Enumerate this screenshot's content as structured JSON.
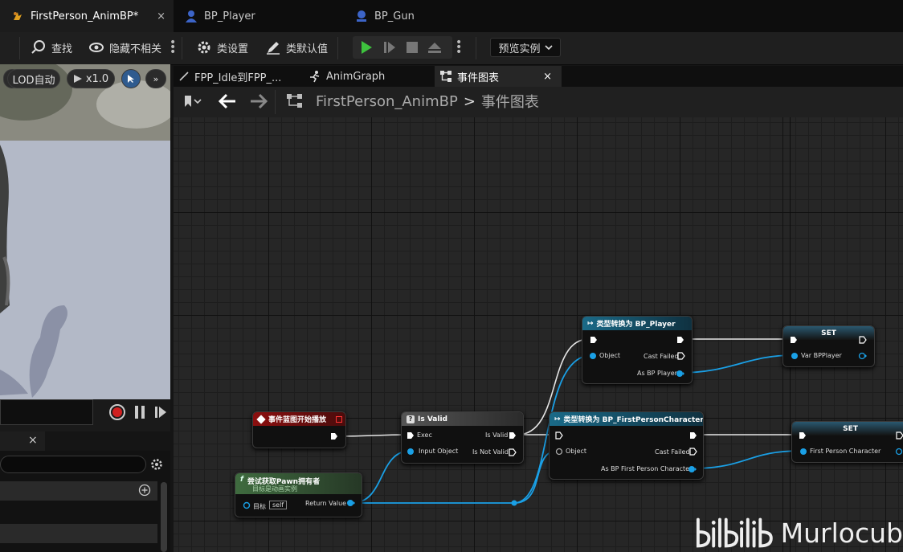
{
  "tabs": [
    {
      "label": "FirstPerson_AnimBP*",
      "close": "×"
    },
    {
      "label": "BP_Player"
    },
    {
      "label": "BP_Gun"
    }
  ],
  "toolbar": {
    "find": "查找",
    "hide_unrelated": "隐藏不相关",
    "class_settings": "类设置",
    "class_defaults": "类默认值",
    "preview_instance": "预览实例"
  },
  "viewport": {
    "lod": "LOD自动",
    "play_rate": "x1.0"
  },
  "details": {
    "close": "×"
  },
  "graph_tabs": [
    {
      "label": "FPP_Idle到FPP_..."
    },
    {
      "label": "AnimGraph"
    },
    {
      "label": "事件图表",
      "close": "×"
    }
  ],
  "breadcrumb": {
    "root": "FirstPerson_AnimBP",
    "separator": ">",
    "current": "事件图表"
  },
  "nodes": {
    "begin_play": {
      "title": "事件蓝图开始播放"
    },
    "is_valid": {
      "title": "Is Valid",
      "exec": "Exec",
      "input": "Input Object",
      "is_valid": "Is Valid",
      "is_not_valid": "Is Not Valid"
    },
    "try_get_pawn": {
      "title": "尝试获取Pawn拥有者",
      "subtitle": "目标是动画实例",
      "target": "目标",
      "self": "self",
      "return": "Return Value"
    },
    "cast_player": {
      "title": "类型转换为 BP_Player",
      "object": "Object",
      "cast_failed": "Cast Failed",
      "as": "As BP Player"
    },
    "cast_character": {
      "title": "类型转换为 BP_FirstPersonCharacter",
      "object": "Object",
      "cast_failed": "Cast Failed",
      "as": "As BP First Person Character"
    },
    "set_player": {
      "title": "SET",
      "var": "Var BPPlayer"
    },
    "set_character": {
      "title": "SET",
      "var": "First Person Character"
    }
  },
  "watermark": {
    "text": "Murlocub"
  },
  "colors": {
    "exec_wire": "#e8e8e8",
    "object_wire": "#1aa0e6",
    "event_head": "#8b0f0f",
    "cast_head": "#15506a",
    "pure_head": "#3f6b3f",
    "play_green": "#3ec23e"
  }
}
